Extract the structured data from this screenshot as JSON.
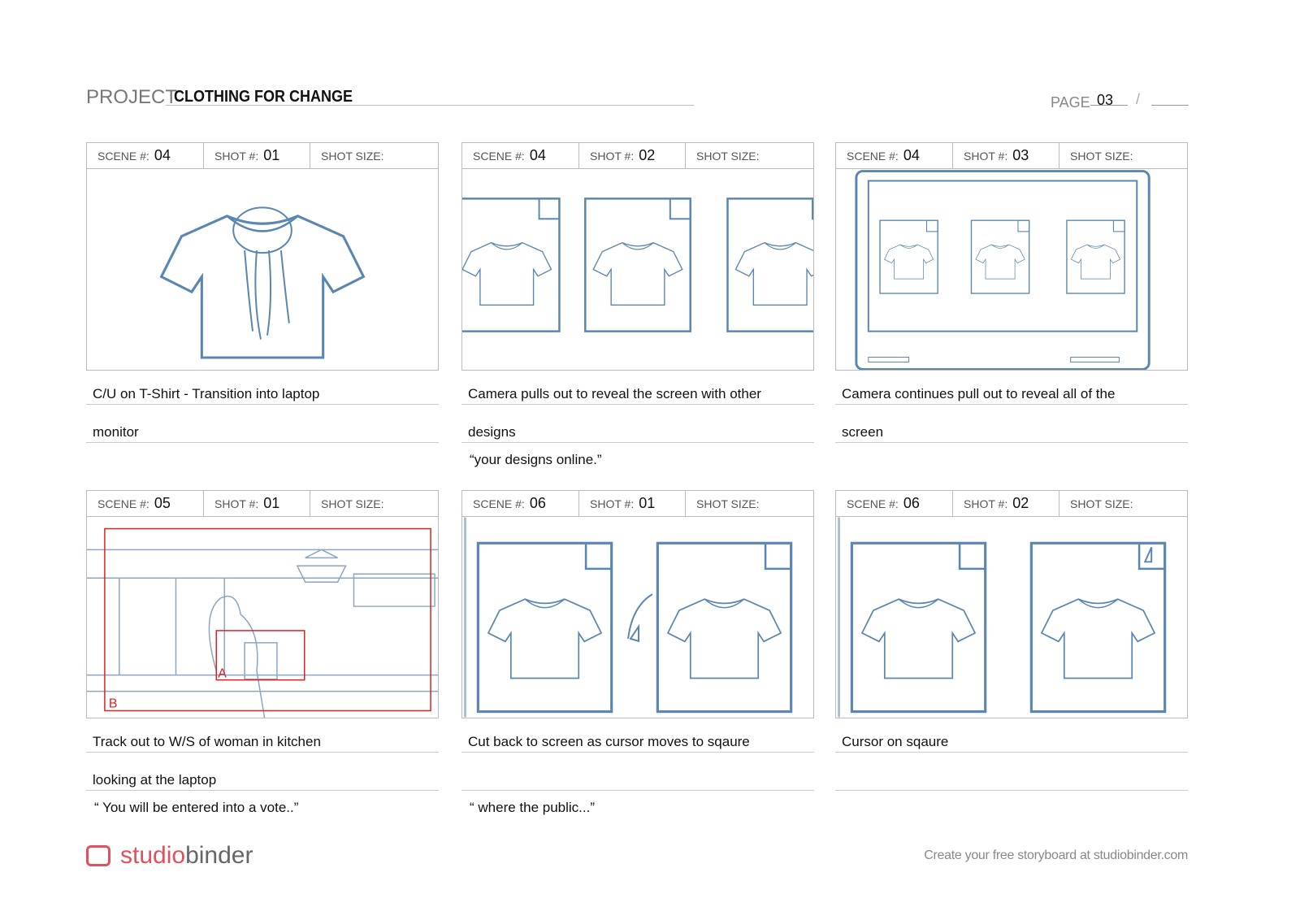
{
  "header": {
    "project_label": "PROJECT",
    "project_title": "CLOTHING FOR CHANGE",
    "page_label": "PAGE",
    "page_number": "03",
    "page_sep": "/"
  },
  "labels": {
    "scene": "SCENE #:",
    "shot": "SHOT #:",
    "shot_size": "SHOT SIZE:"
  },
  "panels": [
    {
      "scene": "04",
      "shot": "01",
      "line1": "C/U on T-Shirt - Transition into laptop",
      "line2": "monitor",
      "quote": ""
    },
    {
      "scene": "04",
      "shot": "02",
      "line1": "Camera pulls out to reveal the screen with other",
      "line2": "designs",
      "quote": "“your designs online.”"
    },
    {
      "scene": "04",
      "shot": "03",
      "line1": "Camera continues pull out to reveal all of the",
      "line2": "screen",
      "quote": ""
    },
    {
      "scene": "05",
      "shot": "01",
      "line1": "Track out to W/S of woman in kitchen",
      "line2": "looking at the laptop",
      "quote": "“ You will be entered into a vote..”",
      "marks": [
        "A",
        "B"
      ]
    },
    {
      "scene": "06",
      "shot": "01",
      "line1": "Cut back to screen as cursor moves to sqaure",
      "line2": "",
      "quote": "“ where the public...”"
    },
    {
      "scene": "06",
      "shot": "02",
      "line1": "Cursor on sqaure",
      "line2": "",
      "quote": ""
    }
  ],
  "footer": {
    "logo_a": "studio",
    "logo_b": "binder",
    "tagline": "Create your free storyboard at studiobinder.com"
  },
  "colors": {
    "sketch": "#5b86b0",
    "frame_red": "#e02020",
    "brand": "#e0505e"
  }
}
